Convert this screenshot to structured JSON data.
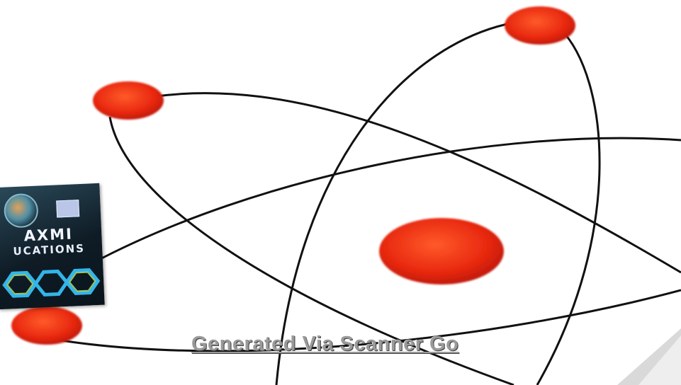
{
  "image": {
    "subject": "atom",
    "background_color": "#ffffff",
    "orbit_color": "#111111",
    "nucleus_color": "#e8280f",
    "electron_color": "#e8280f"
  },
  "book_cover": {
    "title_line_1": "AXMI",
    "title_line_2": "UCATIONS"
  },
  "watermark": {
    "text": "Generated Via Scanner Go"
  }
}
